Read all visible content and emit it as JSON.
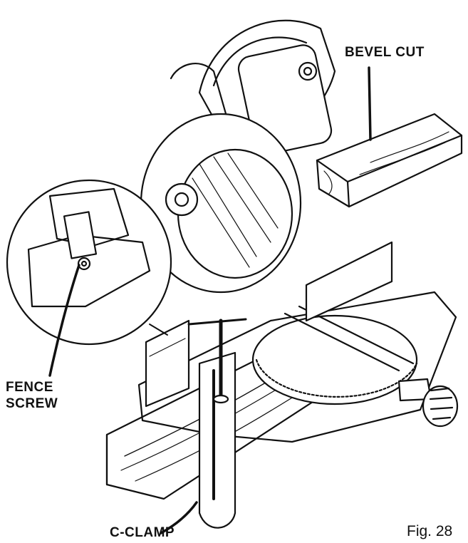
{
  "labels": {
    "bevel_cut": "BEVEL CUT",
    "fence_screw_line1": "FENCE",
    "fence_screw_line2": "SCREW",
    "c_clamp": "C-CLAMP",
    "figure": "Fig. 28"
  },
  "colors": {
    "ink": "#111111",
    "paper": "#ffffff",
    "shade": "#d9d9d9"
  }
}
